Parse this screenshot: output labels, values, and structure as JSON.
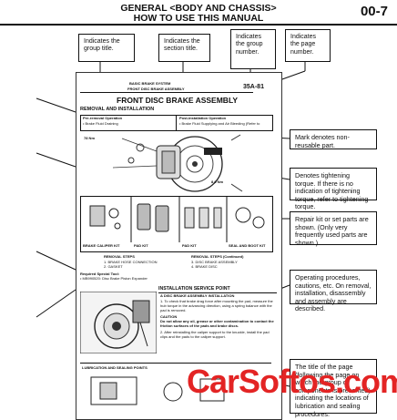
{
  "header": {
    "line1": "GENERAL <BODY AND CHASSIS>",
    "line2": "HOW TO USE THIS MANUAL",
    "page_number": "00-7"
  },
  "callouts_top": {
    "group_title": "Indicates the group title.",
    "section_title": "Indicates the section title.",
    "group_number": "Indicates the group number.",
    "page_number": "Indicates the page number."
  },
  "callouts_right": {
    "nonreusable": "Mark  denotes non-reusable part.",
    "torque": "Denotes tightening torque. If there is no indication of tightening torque, refer to tightening torque.",
    "repair_kit": "Repair kit or set parts are shown. (Only very frequently used parts are shown.)",
    "operating": "Operating procedures, cautions, etc. On removal, installation, disassembly and assembly are described.",
    "page_title": "The title of the page (following the page on which the group of components is presented) indicating the locations of lubrication and sealing procedures."
  },
  "sample_page": {
    "group": "BASIC BRAKE SYSTEM",
    "section": "FRONT DISC BRAKE ASSEMBLY",
    "page_ref": "35A-81",
    "title": "FRONT DISC BRAKE ASSEMBLY",
    "subtitle": "REMOVAL AND INSTALLATION",
    "pre_op_head": "Pre-removal Operation",
    "pre_op_item": "• Brake Fluid Draining",
    "post_op_head": "Post-installation Operation",
    "post_op_item": "• Brake Fluid Supplying and Air Bleeding (Refer to",
    "torque_1": "78 Nm",
    "torque_2": "8.0 Nm",
    "part_labels": [
      "BRAKE CALIPER KIT",
      "PAD KIT",
      "SEAL AND BOOT KIT"
    ],
    "removal_head": "REMOVAL STEPS",
    "removal_steps": [
      "1. BRAKE HOSE CONNECTION",
      "2. GASKET"
    ],
    "removal_cont_head": "REMOVAL STEPS (Continued)",
    "removal_cont_steps": [
      "3. DISC BRAKE ASSEMBLY",
      "4. BRAKE DISC"
    ],
    "special_tool_head": "Required Special Tool:",
    "special_tool": "• MB990520: Disc Brake Piston Expander",
    "service_point_head": "INSTALLATION SERVICE POINT",
    "service_point_item": "A DISC BRAKE ASSEMBLY INSTALLATION",
    "service_text": "1. To check that brake drag force after mounting the pad, measure the hub torque in the advancing direction, using a spring balance with the pad is removed.",
    "caution_head": "CAUTION",
    "caution_text": "Do not allow any oil, grease or other contamination to contact the friction surfaces of the pads and brake discs.",
    "service_text2": "2. After reinstalling the caliper support to the knuckle, install the pad clips and the pads to the caliper support.",
    "bottom_title": "LUBRICATION AND SEALING POINTS"
  },
  "watermark": "CarSoftos.com"
}
